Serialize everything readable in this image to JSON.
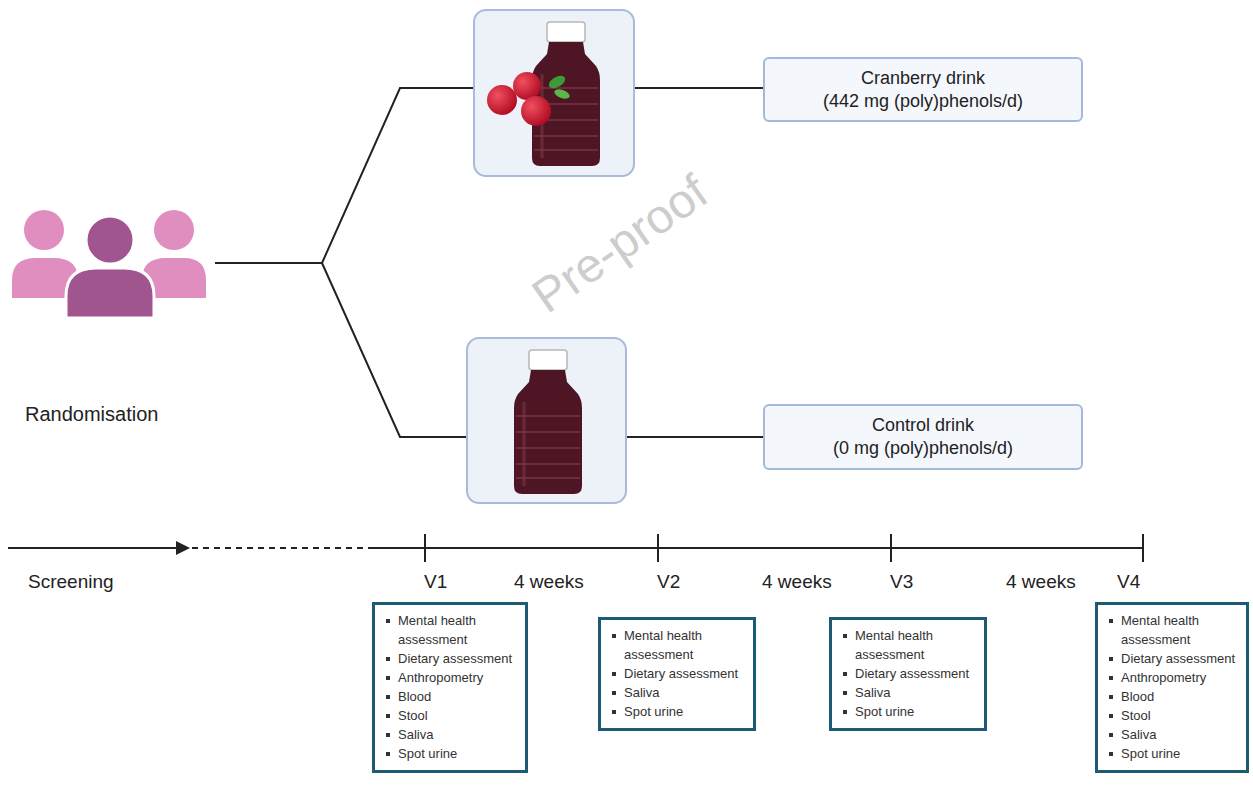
{
  "diagram": {
    "nodes": [
      {
        "text": [
          "Cranberry drink",
          "(442 mg (poly)phenols/d)"
        ]
      },
      {
        "text": [
          "Control drink",
          "(0 mg (poly)phenols/d)"
        ]
      },
      {
        "text": [
          "Mental health assessment",
          "Dietary assessment",
          "Anthropometry",
          "Blood",
          "Stool",
          "Saliva",
          "Spot urine"
        ]
      },
      {
        "text": [
          "Mental health assessment",
          "Dietary assessment",
          "Saliva",
          "Spot urine"
        ]
      },
      {
        "text": [
          "Mental health assessment",
          "Dietary assessment",
          "Saliva",
          "Spot urine"
        ]
      },
      {
        "text": [
          "Mental health assessment",
          "Dietary assessment",
          "Anthropometry",
          "Blood",
          "Stool",
          "Saliva",
          "Spot urine"
        ]
      }
    ],
    "labels": [
      "Randomisation",
      "Screening",
      "V1",
      "4 weeks",
      "V2",
      "4 weeks",
      "V3",
      "4 weeks",
      "V4",
      "Pre-proof"
    ]
  }
}
